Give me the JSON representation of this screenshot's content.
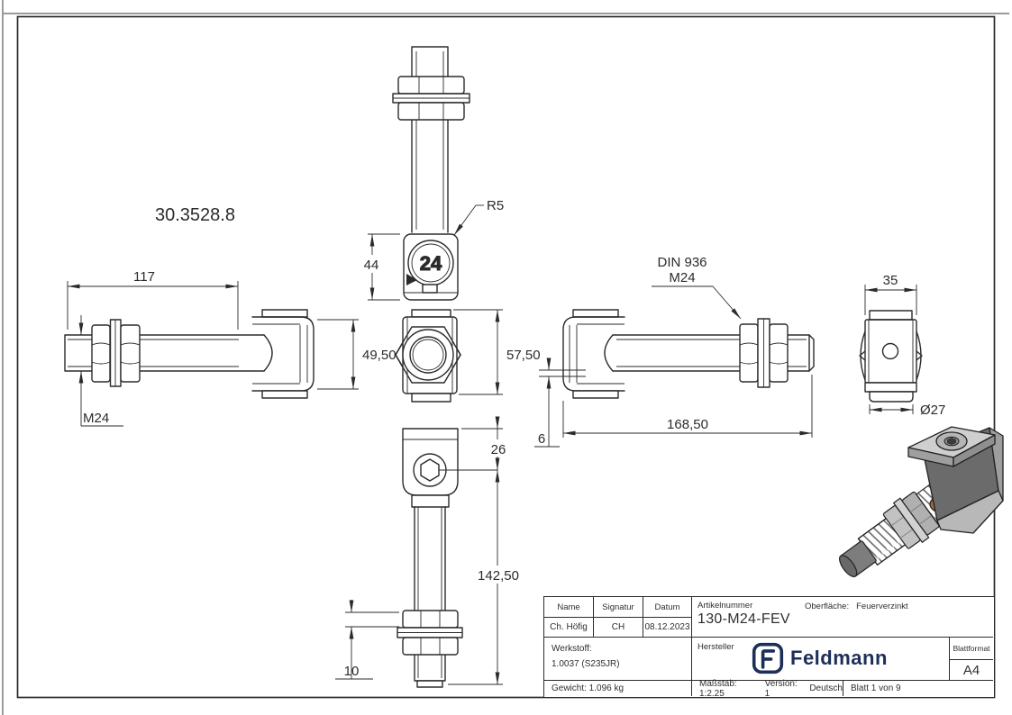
{
  "part_number": "30.3528.8",
  "dims": {
    "d117": "117",
    "d4950": "49,50",
    "m24": "M24",
    "d44": "44",
    "r5": "R5",
    "badge24": "24",
    "d5750": "57,50",
    "d26": "26",
    "d14250": "142,50",
    "d10": "10",
    "din1": "DIN 936",
    "din2": "M24",
    "d16850": "168,50",
    "d6": "6",
    "d35": "35",
    "dia27": "Ø27"
  },
  "title_block": {
    "name_header": "Name",
    "signatur_header": "Signatur",
    "datum_header": "Datum",
    "name": "Ch. Höfig",
    "signatur": "CH",
    "datum": "08.12.2023",
    "artikelnummer_label": "Artikelnummer",
    "artikelnummer": "130-M24-FEV",
    "oberflaeche_label": "Oberfläche:",
    "oberflaeche_value": "Feuerverzinkt",
    "werkstoff_label": "Werkstoff:",
    "werkstoff_value": "1.0037 (S235JR)",
    "hersteller_label": "Hersteller",
    "hersteller_name": "Feldmann",
    "blattformat_label": "Blattformat",
    "blattformat_value": "A4",
    "gewicht": "Gewicht: 1.096 kg",
    "massstab": "Maßstab: 1:2.25",
    "version": "Version: 1",
    "sprache": "Deutsch",
    "blatt": "Blatt 1 von 9"
  },
  "colors": {
    "line": "#2b2b2b",
    "brand_navy": "#1c2f58",
    "render_gray": "#9a9a9a"
  }
}
